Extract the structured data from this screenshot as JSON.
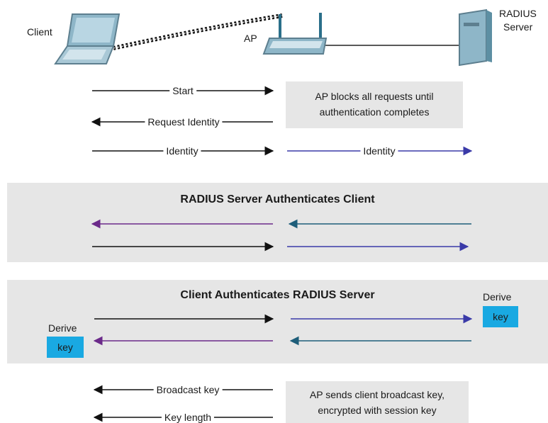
{
  "nodes": {
    "client": "Client",
    "ap": "AP",
    "radius_line1": "RADIUS",
    "radius_line2": "Server"
  },
  "notes": {
    "ap_blocks_line1": "AP blocks all requests until",
    "ap_blocks_line2": "authentication completes",
    "ap_sends_line1": "AP sends client broadcast key,",
    "ap_sends_line2": "encrypted with session key"
  },
  "messages": {
    "start": "Start",
    "request_identity": "Request Identity",
    "identity_1": "Identity",
    "identity_2": "Identity",
    "broadcast_key": "Broadcast key",
    "key_length": "Key length"
  },
  "phases": {
    "radius_auth_client": "RADIUS Server Authenticates Client",
    "client_auth_radius": "Client Authenticates RADIUS Server"
  },
  "derive": {
    "server_derive": "Derive",
    "server_key": "key",
    "client_derive": "Derive",
    "client_key": "key"
  },
  "colors": {
    "black_arrow": "#111111",
    "blue_arrow": "#3a3aa8",
    "purple_arrow": "#6b2a8a",
    "teal_arrow": "#1e5e7a",
    "band": "#e6e6e6",
    "key_box": "#19a9e2"
  }
}
